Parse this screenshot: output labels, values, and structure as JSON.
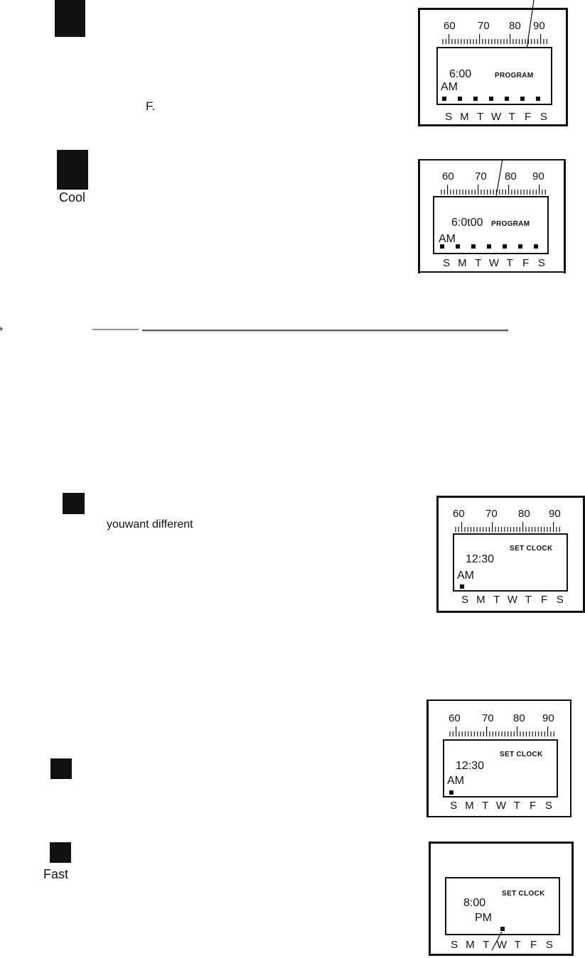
{
  "scale": {
    "ticks": [
      "60",
      "70",
      "80",
      "90"
    ]
  },
  "days": [
    "S",
    "M",
    "T",
    "W",
    "T",
    "F",
    "S"
  ],
  "step_labels": {
    "top_f_mark": "F.",
    "cool_label": "Cool",
    "want_text": "youwant different",
    "fast_label": "Fast"
  },
  "displays": [
    {
      "time": "6:00",
      "ampm": "AM",
      "mode": "PROGRAM"
    },
    {
      "time": "6:0t00",
      "ampm": "AM",
      "mode": "PROGRAM"
    },
    {
      "time": "12:30",
      "ampm": "AM",
      "mode": "SET CLOCK"
    },
    {
      "time": "12:30",
      "ampm": "AM",
      "mode": "SET CLOCK"
    },
    {
      "time": "8:00",
      "ampm": "PM",
      "mode": "SET CLOCK"
    }
  ]
}
